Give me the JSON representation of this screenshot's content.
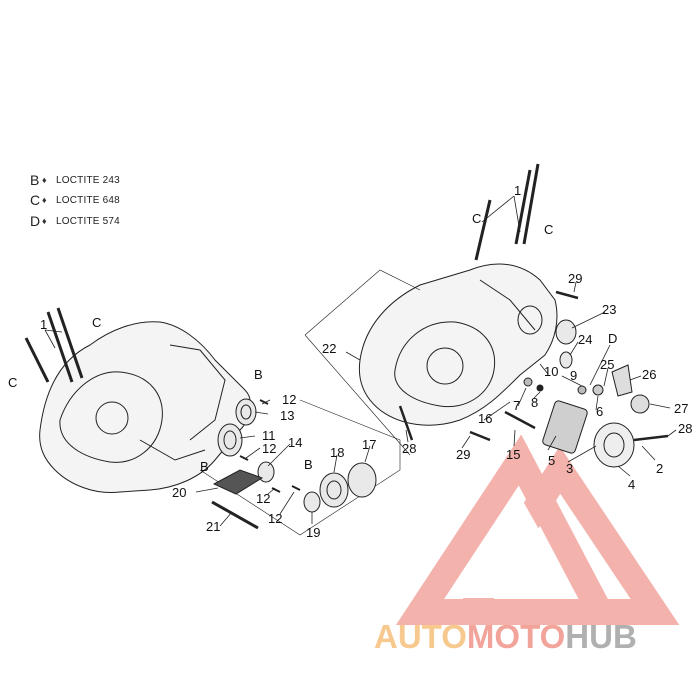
{
  "legend": [
    {
      "letter": "B",
      "text": "LOCTITE 243"
    },
    {
      "letter": "C",
      "text": "LOCTITE 648"
    },
    {
      "letter": "D",
      "text": "LOCTITE 574"
    }
  ],
  "drop_symbol": "♦",
  "callouts": {
    "c1_left": "1",
    "c1_right": "1",
    "cC_left_top": "C",
    "cC_left_bottom": "C",
    "cC_right_top1": "C",
    "cC_right_top2": "C",
    "cB_1": "B",
    "cB_2": "B",
    "cB_3": "B",
    "cD": "D",
    "n2": "2",
    "n3": "3",
    "n4": "4",
    "n5": "5",
    "n6": "6",
    "n7": "7",
    "n8": "8",
    "n9": "9",
    "n10": "10",
    "n11": "11",
    "n12a": "12",
    "n12b": "12",
    "n12c": "12",
    "n12d": "12",
    "n13": "13",
    "n14": "14",
    "n15": "15",
    "n16": "16",
    "n17": "17",
    "n18": "18",
    "n19": "19",
    "n20": "20",
    "n21": "21",
    "n22": "22",
    "n23": "23",
    "n24": "24",
    "n25": "25",
    "n26": "26",
    "n27": "27",
    "n28a": "28",
    "n28b": "28",
    "n29a": "29",
    "n29b": "29"
  },
  "watermark": {
    "seg1": "AUTO",
    "seg2": "MOTO",
    "seg3": "HUB"
  },
  "colors": {
    "ink": "#111111",
    "triangle": "#f3a59f",
    "auto": "#f7c98f",
    "hub": "#b0b0b0"
  }
}
